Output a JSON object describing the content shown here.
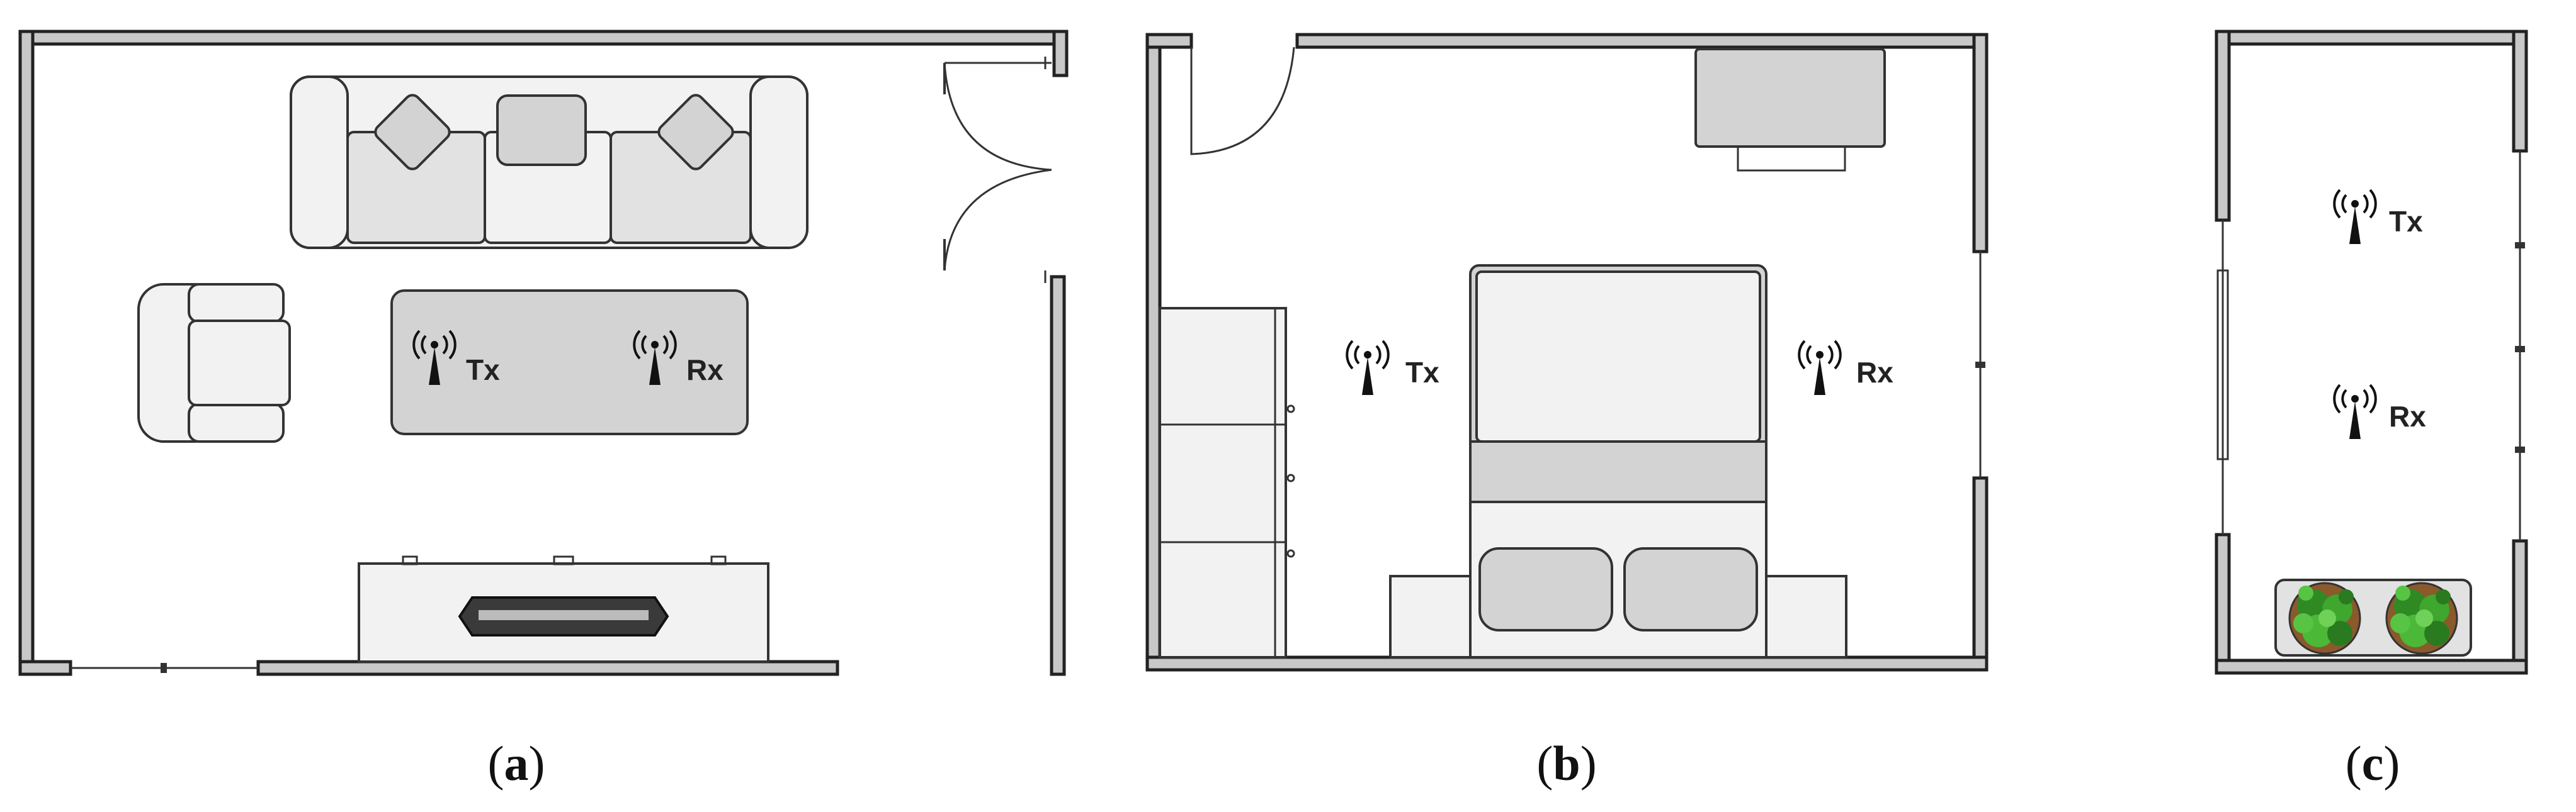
{
  "panels": [
    {
      "caption_open": "(",
      "caption_letter": "a",
      "caption_close": ")",
      "tx_label": "Tx",
      "rx_label": "Rx"
    },
    {
      "caption_open": "(",
      "caption_letter": "b",
      "caption_close": ")",
      "tx_label": "Tx",
      "rx_label": "Rx"
    },
    {
      "caption_open": "(",
      "caption_letter": "c",
      "caption_close": ")",
      "tx_label": "Tx",
      "rx_label": "Rx"
    }
  ],
  "icons": {
    "antenna": "antenna-icon",
    "plant": "plant-icon"
  },
  "colors": {
    "wall_fill": "#c8c8c8",
    "furniture": "#f2f2f2",
    "table": "#d3d3d3",
    "plant_green": "#3a9a2a"
  }
}
